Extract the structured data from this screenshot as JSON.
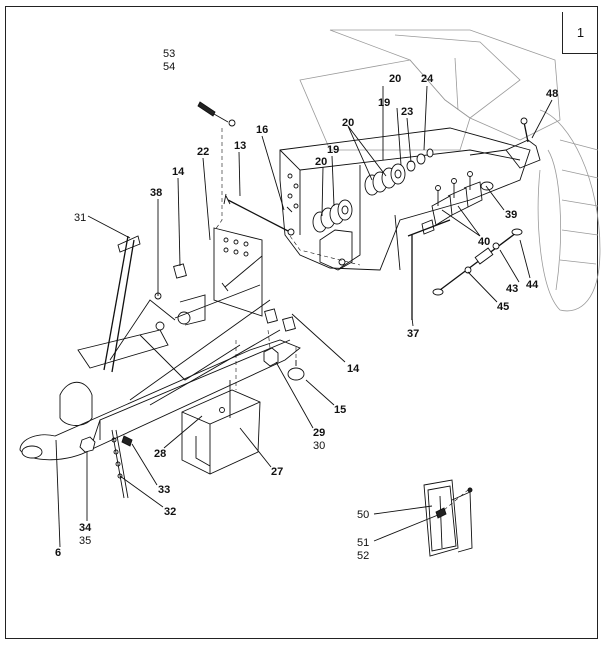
{
  "page_number": "1",
  "callouts": [
    {
      "id": "53",
      "bold": false
    },
    {
      "id": "54",
      "bold": false
    },
    {
      "id": "20a",
      "text": "20",
      "bold": true
    },
    {
      "id": "24",
      "text": "24",
      "bold": true
    },
    {
      "id": "19a",
      "text": "19",
      "bold": true
    },
    {
      "id": "23",
      "text": "23",
      "bold": true
    },
    {
      "id": "48",
      "text": "48",
      "bold": true
    },
    {
      "id": "20b",
      "text": "20",
      "bold": true
    },
    {
      "id": "16",
      "text": "16",
      "bold": true
    },
    {
      "id": "13",
      "text": "13",
      "bold": true
    },
    {
      "id": "22",
      "text": "22",
      "bold": true
    },
    {
      "id": "19b",
      "text": "19",
      "bold": true
    },
    {
      "id": "20c",
      "text": "20",
      "bold": true
    },
    {
      "id": "14a",
      "text": "14",
      "bold": true
    },
    {
      "id": "38",
      "text": "38",
      "bold": true
    },
    {
      "id": "31",
      "text": "31",
      "bold": false
    },
    {
      "id": "39",
      "text": "39",
      "bold": true
    },
    {
      "id": "40",
      "text": "40",
      "bold": true
    },
    {
      "id": "43",
      "text": "43",
      "bold": true
    },
    {
      "id": "44",
      "text": "44",
      "bold": true
    },
    {
      "id": "45",
      "text": "45",
      "bold": true
    },
    {
      "id": "37",
      "text": "37",
      "bold": true
    },
    {
      "id": "14b",
      "text": "14",
      "bold": true
    },
    {
      "id": "15",
      "text": "15",
      "bold": true
    },
    {
      "id": "29",
      "text": "29",
      "bold": true
    },
    {
      "id": "30",
      "text": "30",
      "bold": false
    },
    {
      "id": "28",
      "text": "28",
      "bold": true
    },
    {
      "id": "27",
      "text": "27",
      "bold": true
    },
    {
      "id": "33",
      "text": "33",
      "bold": true
    },
    {
      "id": "32",
      "text": "32",
      "bold": true
    },
    {
      "id": "34",
      "text": "34",
      "bold": true
    },
    {
      "id": "35",
      "text": "35",
      "bold": false
    },
    {
      "id": "6",
      "text": "6",
      "bold": true
    },
    {
      "id": "50",
      "text": "50",
      "bold": false
    },
    {
      "id": "51",
      "text": "51",
      "bold": false
    },
    {
      "id": "52",
      "text": "52",
      "bold": false
    }
  ],
  "labels": {
    "l53": "53",
    "l54": "54",
    "l20a": "20",
    "l24": "24",
    "l19a": "19",
    "l23": "23",
    "l48": "48",
    "l20b": "20",
    "l16": "16",
    "l13": "13",
    "l22": "22",
    "l19b": "19",
    "l20c": "20",
    "l14a": "14",
    "l38": "38",
    "l31": "31",
    "l39": "39",
    "l40": "40",
    "l43": "43",
    "l44": "44",
    "l45": "45",
    "l37": "37",
    "l14b": "14",
    "l15": "15",
    "l29": "29",
    "l30": "30",
    "l28": "28",
    "l27": "27",
    "l33": "33",
    "l32": "32",
    "l34": "34",
    "l35": "35",
    "l6": "6",
    "l50": "50",
    "l51": "51",
    "l52": "52"
  }
}
